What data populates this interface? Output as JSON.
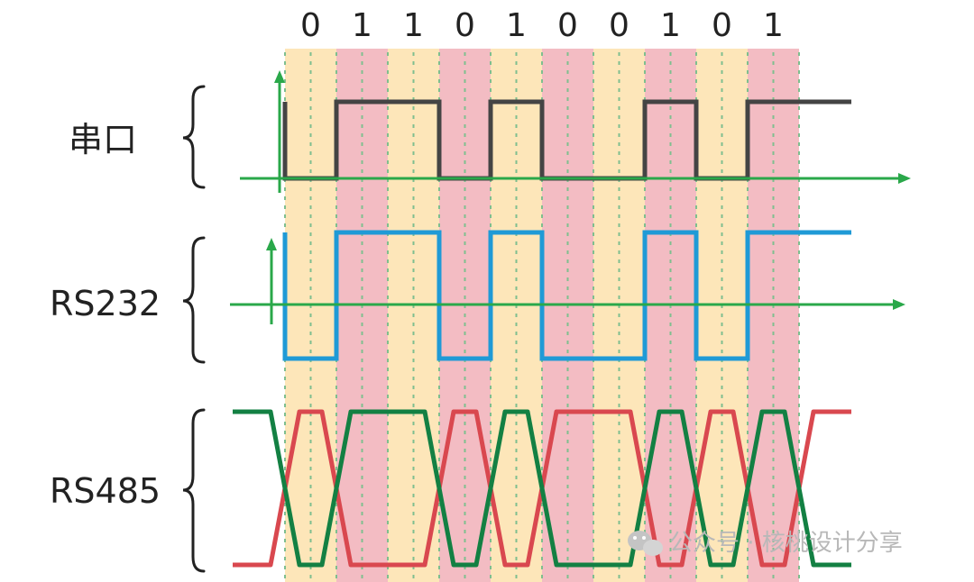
{
  "bits": [
    "0",
    "1",
    "1",
    "0",
    "1",
    "0",
    "0",
    "1",
    "0",
    "1"
  ],
  "rows": {
    "serial": {
      "label": "串口"
    },
    "rs232": {
      "label": "RS232"
    },
    "rs485": {
      "label": "RS485"
    }
  },
  "watermark": {
    "text": "公众号 · 核桃设计分享",
    "icon": "wechat-icon"
  },
  "colors": {
    "band_a": "#fde6b9",
    "band_b": "#f3bcc3",
    "grid_dash": "#7fbf8f",
    "serial_line": "#444444",
    "rs232_line": "#1f9ad6",
    "rs485_red": "#d9484f",
    "rs485_green": "#138043",
    "axis": "#2aa84a",
    "brace": "#222222"
  }
}
